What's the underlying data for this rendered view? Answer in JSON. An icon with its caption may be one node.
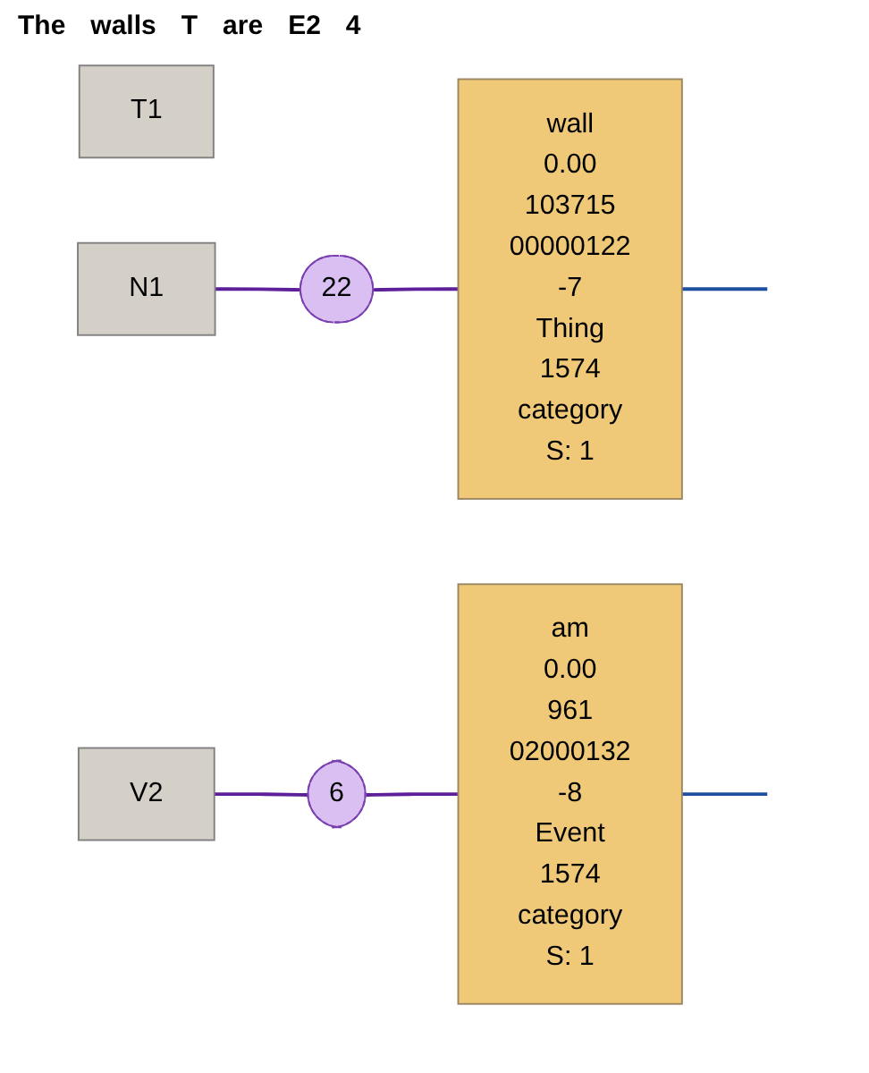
{
  "diagram": {
    "nodes": [
      {
        "text": [
          "T1"
        ]
      },
      {
        "text": [
          "N1"
        ]
      },
      {
        "text": [
          "22"
        ]
      },
      {
        "text": [
          "wall",
          "0.00",
          "103715",
          "00000122",
          "-7",
          "Thing",
          "1574",
          "category",
          "S: 1"
        ]
      },
      {
        "text": [
          "V2"
        ]
      },
      {
        "text": [
          "6"
        ]
      },
      {
        "text": [
          "am",
          "0.00",
          "961",
          "02000132",
          "-8",
          "Event",
          "1574",
          "category",
          "S: 1"
        ]
      }
    ],
    "edges": [
      {
        "from": 1,
        "to": 2,
        "arrow": "none"
      },
      {
        "from": 2,
        "to": 3,
        "arrow": "none"
      },
      {
        "from": 4,
        "to": 5,
        "arrow": "none"
      },
      {
        "from": 5,
        "to": 6,
        "arrow": "none"
      },
      {
        "from": 3,
        "to": null,
        "arrow": "none",
        "color": "#1f4f9f"
      },
      {
        "from": 6,
        "to": null,
        "arrow": "none",
        "color": "#1f4f9f"
      }
    ],
    "labels": [
      "The",
      "walls",
      "T",
      "are",
      "E2",
      "4"
    ]
  }
}
